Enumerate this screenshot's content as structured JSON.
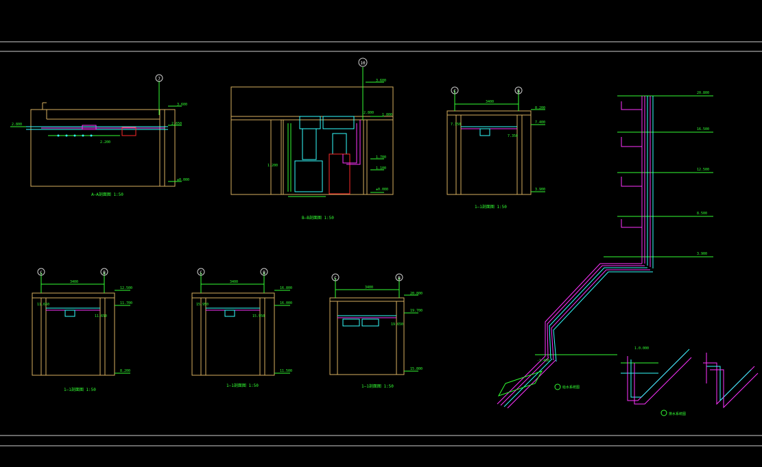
{
  "colors": {
    "background": "#000000",
    "frame": "#cfcfcf",
    "wall": "#d8b060",
    "dim": "#33ff33",
    "pipe_magenta": "#ff33ff",
    "pipe_red": "#ff2a2a",
    "pipe_cyan": "#33ffff",
    "grid_line": "#ffffff",
    "label_yellow": "#ffff33"
  },
  "views": {
    "v1": {
      "grid_bubble": "7",
      "title": "A—A剖面图 1:50",
      "elev_top": "3.600",
      "elev_mid": "2.650",
      "elev_left": "2.800",
      "elev_pipe": "2.200",
      "elev_floor": "±0.000"
    },
    "v2": {
      "grid_bubble": "10",
      "title": "B—B剖面图 1:50",
      "elev_top": "3.600",
      "elev_a": "2.800",
      "elev_b": "1.800",
      "elev_c": "1.700",
      "elev_d": "1.100",
      "elev_left": "1.200",
      "elev_floor": "±0.000"
    },
    "v3": {
      "grid_left": "C",
      "grid_right": "B",
      "dim": "3400",
      "title": "1—1剖面图 1:50",
      "elev_top": "8.200",
      "elev_a": "7.400",
      "elev_b": "7.350",
      "elev_left": "7.350",
      "elev_floor": "3.900"
    },
    "v4": {
      "grid_left": "C",
      "grid_right": "B",
      "dim": "3400",
      "title": "1—1剖面图 1:50",
      "elev_top": "12.500",
      "elev_a": "11.700",
      "elev_b": "11.650",
      "elev_left": "11.650",
      "elev_floor": "8.200"
    },
    "v5": {
      "grid_left": "C",
      "grid_right": "B",
      "dim": "3400",
      "title": "1—1剖面图 1:50",
      "elev_top": "16.800",
      "elev_a": "16.000",
      "elev_b": "15.950",
      "elev_left": "15.950",
      "elev_floor": "11.500"
    },
    "v6": {
      "grid_left": "C",
      "grid_right": "B",
      "dim": "3400",
      "title": "1—1剖面图 1:50",
      "elev_top": "20.800",
      "elev_a": "19.700",
      "elev_b": "19.650",
      "elev_floor": "15.800"
    },
    "riser": {
      "elevations": [
        "20.800",
        "16.500",
        "12.500",
        "8.500",
        "3.900"
      ],
      "elev_low_a": "1.0.000",
      "elev_low_b": "-1.400",
      "title_a": "给水系统图",
      "title_b": "排水系统图"
    }
  }
}
